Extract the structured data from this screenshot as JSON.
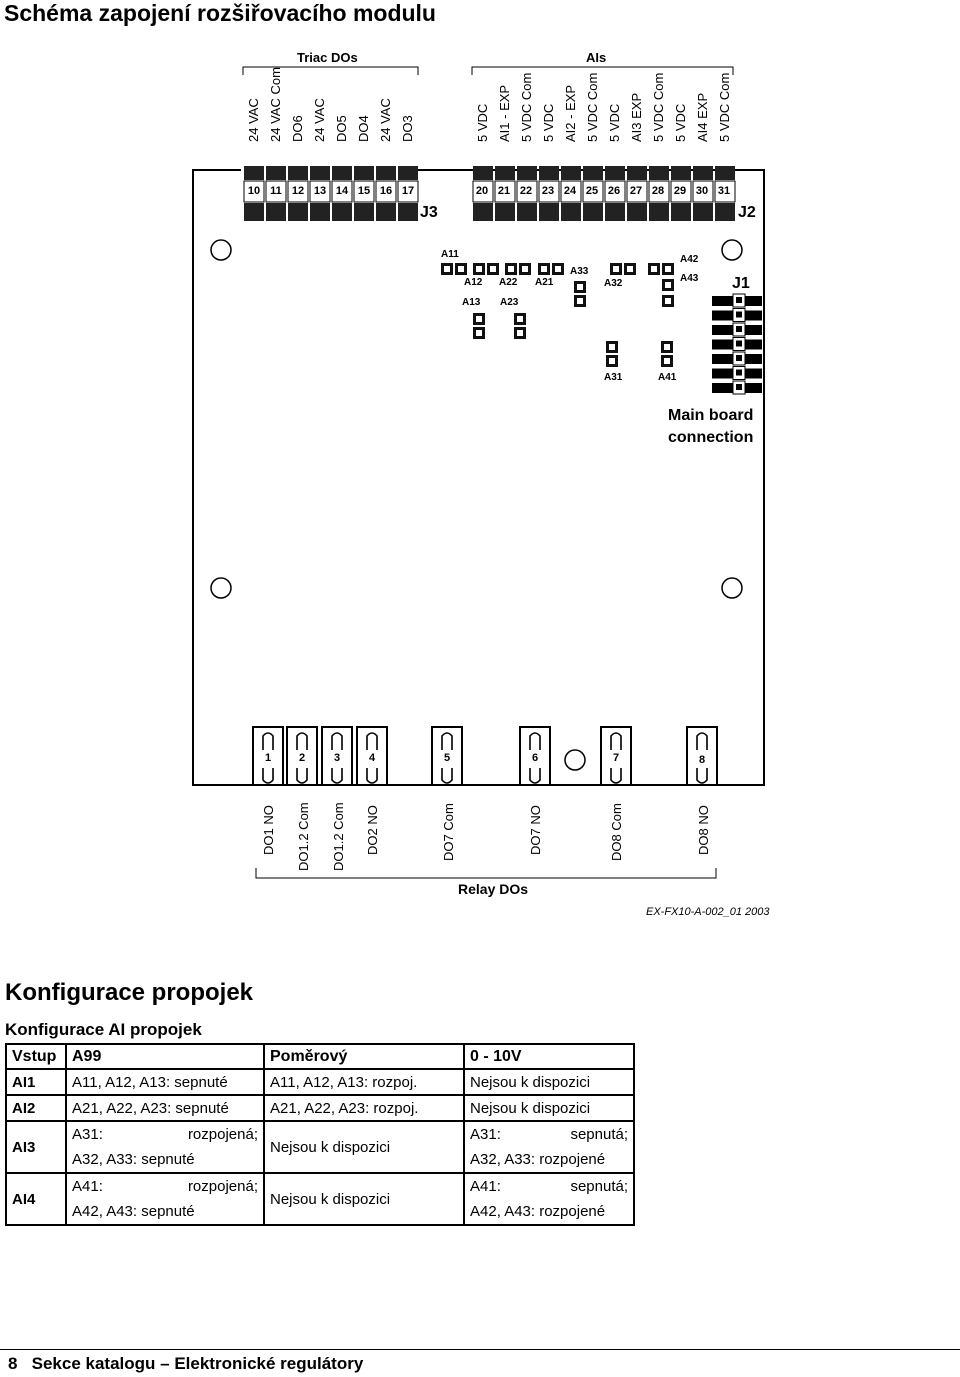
{
  "page_title": "Schéma zapojení rozšiřovacího modulu",
  "diagram": {
    "triac_group": "Triac DOs",
    "ais_group": "AIs",
    "relay_group": "Relay DOs",
    "triac_labels": [
      "24 VAC",
      "24 VAC Com",
      "DO6",
      "24 VAC",
      "DO5",
      "DO4",
      "24 VAC",
      "DO3"
    ],
    "ai_labels": [
      "5 VDC",
      "AI1 - EXP",
      "5 VDC Com",
      "5 VDC",
      "AI2 - EXP",
      "5 VDC Com",
      "5 VDC",
      "AI3 EXP",
      "5 VDC Com",
      "5 VDC",
      "AI4 EXP",
      "5 VDC Com"
    ],
    "j3_numbers": [
      "10",
      "11",
      "12",
      "13",
      "14",
      "15",
      "16",
      "17"
    ],
    "j2_numbers": [
      "20",
      "21",
      "22",
      "23",
      "24",
      "25",
      "26",
      "27",
      "28",
      "29",
      "30",
      "31"
    ],
    "j3": "J3",
    "j2": "J2",
    "j1": "J1",
    "jumpers": {
      "a11": "A11",
      "a12": "A12",
      "a13": "A13",
      "a21": "A21",
      "a22": "A22",
      "a23": "A23",
      "a31": "A31",
      "a32": "A32",
      "a33": "A33",
      "a41": "A41",
      "a42": "A42",
      "a43": "A43"
    },
    "main_board_line1": "Main board",
    "main_board_line2": "connection",
    "relay_numbers": [
      "1",
      "2",
      "3",
      "4",
      "5",
      "6",
      "7",
      "8"
    ],
    "relay_labels": [
      "DO1 NO",
      "DO1.2 Com",
      "DO1.2 Com",
      "DO2 NO",
      "DO7 Com",
      "DO7 NO",
      "DO8 Com",
      "DO8 NO"
    ],
    "figure_code": "EX-FX10-A-002_01 2003"
  },
  "section_heading": "Konfigurace propojek",
  "sub_heading": "Konfigurace AI propojek",
  "table": {
    "headers": [
      "Vstup",
      "A99",
      "Poměrový",
      "0 - 10V"
    ],
    "rows": [
      {
        "key": "AI1",
        "c1": "A11, A12, A13: sepnuté",
        "c2": "A11, A12, A13: rozpoj.",
        "c3": "Nejsou k dispozici"
      },
      {
        "key": "AI2",
        "c1": "A21, A22, A23: sepnuté",
        "c2": "A21, A22, A23: rozpoj.",
        "c3": "Nejsou k dispozici"
      },
      {
        "key": "AI3",
        "c1a": "A31:",
        "c1b": "rozpojená;",
        "c1c": "A32, A33: sepnuté",
        "c2": "Nejsou k dispozici",
        "c3a": "A31:",
        "c3b": "sepnutá;",
        "c3c": "A32, A33: rozpojené"
      },
      {
        "key": "AI4",
        "c1a": "A41:",
        "c1b": "rozpojená;",
        "c1c": "A42, A43: sepnuté",
        "c2": "Nejsou k dispozici",
        "c3a": "A41:",
        "c3b": "sepnutá;",
        "c3c": "A42, A43: rozpojené"
      }
    ]
  },
  "footer": {
    "page": "8",
    "text": "Sekce katalogu – Elektronické regulátory"
  }
}
